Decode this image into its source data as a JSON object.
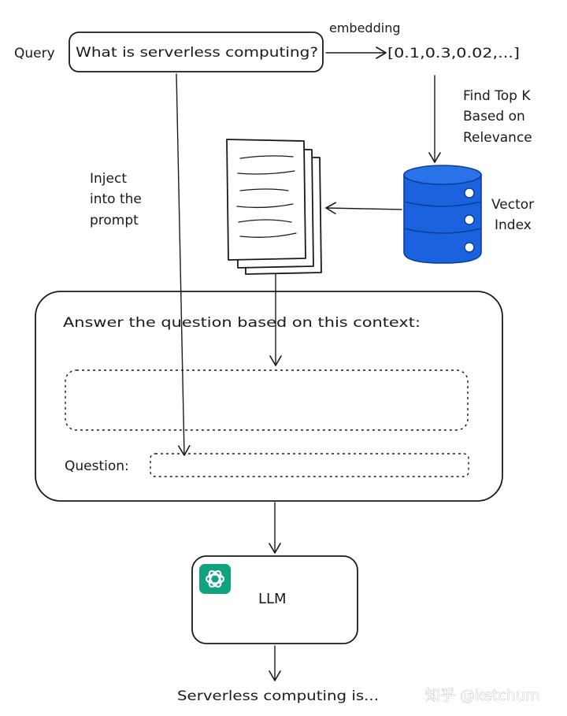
{
  "query": {
    "label": "Query",
    "text": "What is serverless computing?"
  },
  "embedding": {
    "label": "embedding",
    "vector": "[0.1,0.3,0.02,...]"
  },
  "find_top_k": [
    "Find Top K",
    "Based on",
    "Relevance"
  ],
  "vector_index": [
    "Vector",
    "Index"
  ],
  "inject": [
    "Inject",
    "into the",
    "prompt"
  ],
  "prompt": {
    "header": "Answer the question based on this context:",
    "question_label": "Question:"
  },
  "llm": {
    "label": "LLM",
    "logo": "openai-logo-icon",
    "logo_color": "#10a37f"
  },
  "output": "Serverless computing is...",
  "watermark": "知乎 @ketchum",
  "colors": {
    "db_blue": "#1b63de",
    "ink": "#1a1a1a"
  }
}
